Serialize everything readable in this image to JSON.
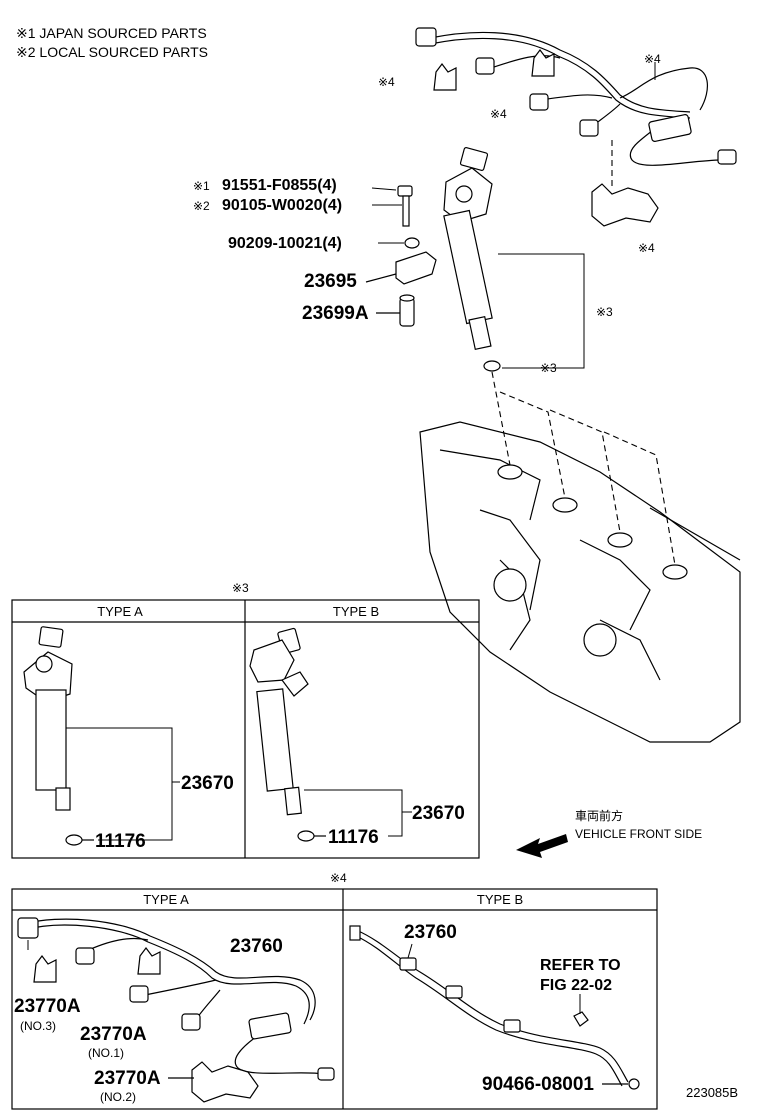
{
  "notes": {
    "japan": "※1 JAPAN SOURCED PARTS",
    "local": "※2 LOCAL SOURCED PARTS"
  },
  "callouts": {
    "mark4": "※4",
    "mark3": "※3",
    "mark1": "※1",
    "mark2": "※2"
  },
  "parts": {
    "bolt_japan": "91551-F0855(4)",
    "bolt_local": "90105-W0020(4)",
    "washer": "90209-10021(4)",
    "clamp": "23695",
    "sleeve": "23699A",
    "injector": "23670",
    "gasket": "11176",
    "harness": "23760",
    "clip": "23770A",
    "clip_no3": "(NO.3)",
    "clip_no1": "(NO.1)",
    "clip_no2": "(NO.2)",
    "refer": "REFER TO",
    "fig": "FIG 22-02",
    "bracket": "90466-08001"
  },
  "boxes": {
    "type_a": "TYPE A",
    "type_b": "TYPE B"
  },
  "direction": {
    "jp": "車両前方",
    "en": "VEHICLE FRONT SIDE"
  },
  "figure_id": "223085B"
}
